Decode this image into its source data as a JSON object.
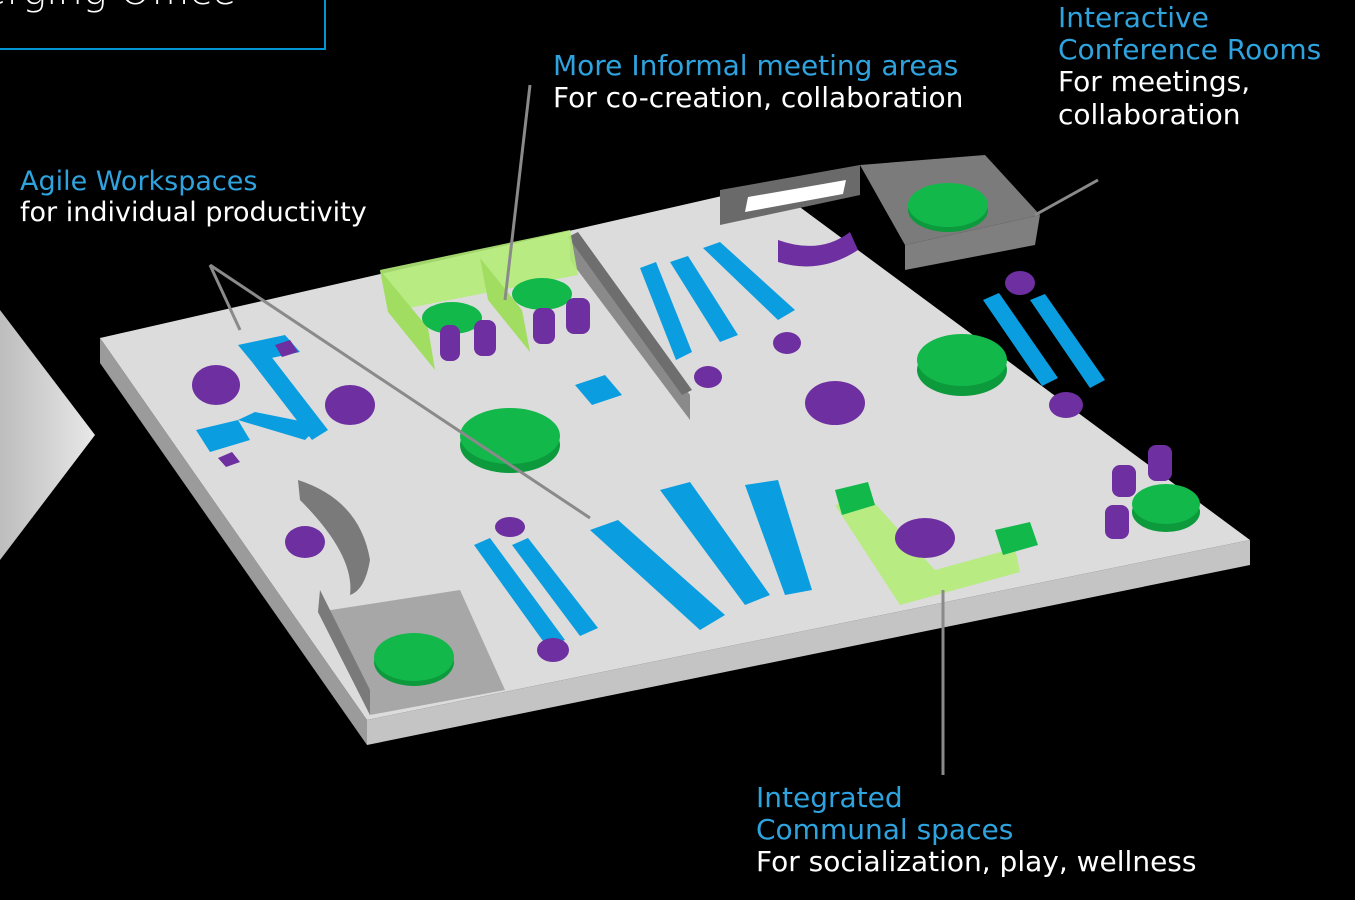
{
  "title": "erging Office",
  "callouts": {
    "agile": {
      "heading": "Agile Workspaces",
      "description": "for individual productivity"
    },
    "informal": {
      "heading": "More Informal meeting areas",
      "description": "For co-creation, collaboration"
    },
    "conference": {
      "heading_line1": "Interactive",
      "heading_line2": "Conference Rooms",
      "description_line1": "For meetings,",
      "description_line2": "collaboration"
    },
    "communal": {
      "heading_line1": "Integrated",
      "heading_line2": "Communal spaces",
      "description": "For socialization, play, wellness"
    }
  },
  "colors": {
    "background": "#000000",
    "accent_blue": "#0096d6",
    "label_blue": "#2ea3de",
    "desk_blue": "#0a9ee0",
    "meeting_green": "#12b84a",
    "lime_zone": "#b5ec79",
    "purple_seat": "#6e2fa0",
    "floor": "#dcdcdc",
    "wall_grey": "#7a7a7a"
  }
}
